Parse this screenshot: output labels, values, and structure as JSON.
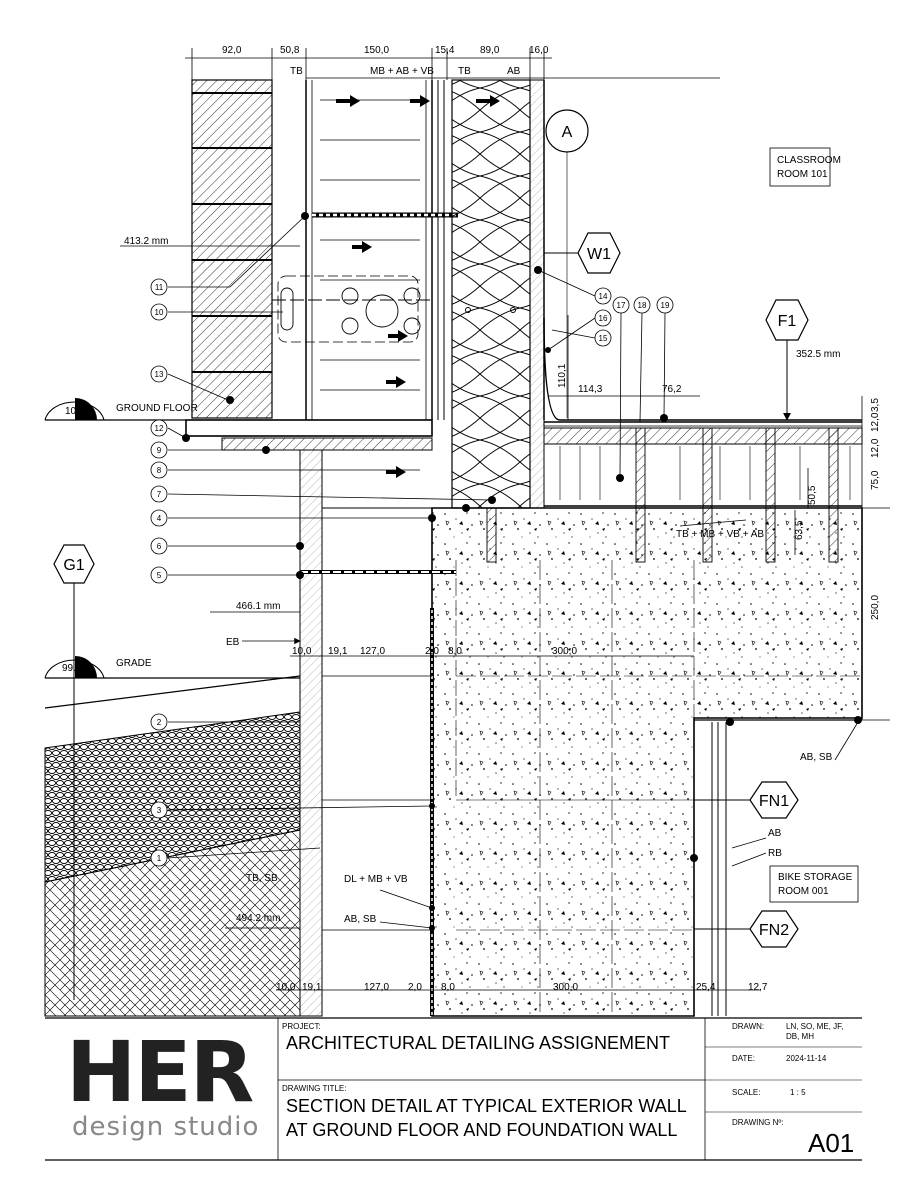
{
  "drawing": {
    "dims_top": [
      "92,0",
      "50,8",
      "150,0",
      "15,4",
      "89,0",
      "16,0"
    ],
    "layer_top": [
      "TB",
      "MB + AB + VB",
      "TB",
      "AB"
    ],
    "grid_A": "A",
    "wall_tag": "W1",
    "floor_tag": "F1",
    "grade_tag": "G1",
    "footing_tags": [
      "FN1",
      "FN2"
    ],
    "room_upper": [
      "CLASSROOM",
      "ROOM 101"
    ],
    "room_lower": [
      "BIKE STORAGE",
      "ROOM 001"
    ],
    "level_ground": {
      "value": "100",
      "label": "GROUND FLOOR"
    },
    "level_grade": {
      "value": "99.7",
      "label": "GRADE"
    },
    "depths": [
      "413.2 mm",
      "466.1 mm",
      "494.2 mm",
      "352.5 mm"
    ],
    "callouts_left": [
      "11",
      "10",
      "13",
      "12",
      "9",
      "8",
      "7",
      "4",
      "6",
      "5",
      "2",
      "3",
      "1"
    ],
    "callouts_right": [
      "14",
      "16",
      "15",
      "17",
      "18",
      "19"
    ],
    "floor_dims": [
      "110,1",
      "114,3",
      "76,2",
      "3,5",
      "12,0",
      "12,0",
      "75,0",
      "50,5",
      "63,5",
      "250,0"
    ],
    "row_dims_mid": [
      "10,0",
      "19,1",
      "127,0",
      "2,0",
      "8,0",
      "300,0"
    ],
    "row_dims_bot": [
      "10,0",
      "19,1",
      "127,0",
      "2,0",
      "8,0",
      "300,0",
      "25,4",
      "12,7"
    ],
    "notes": {
      "eb": "EB",
      "tb_mb_vb_ab": "TB + MB + VB + AB",
      "ab_sb_right": "AB, SB",
      "ab": "AB",
      "rb": "RB",
      "tb_sb": "TB, SB",
      "dl_mb_vb": "DL + MB + VB",
      "ab_sb": "AB, SB"
    }
  },
  "title_block": {
    "logo_main": "HER",
    "logo_sub": "design studio",
    "project_label": "PROJECT:",
    "project": "ARCHITECTURAL DETAILING ASSIGNEMENT",
    "drawing_title_label": "DRAWING TITLE:",
    "title_line1": "SECTION DETAIL AT TYPICAL EXTERIOR WALL",
    "title_line2": "AT GROUND FLOOR AND FOUNDATION WALL",
    "drawn_label": "DRAWN:",
    "drawn_line1": "LN, SO, ME, JF,",
    "drawn_line2": "DB, MH",
    "date_label": "DATE:",
    "date": "2024-11-14",
    "scale_label": "SCALE:",
    "scale": "1 : 5",
    "number_label": "DRAWING Nº:",
    "number": "A01"
  }
}
